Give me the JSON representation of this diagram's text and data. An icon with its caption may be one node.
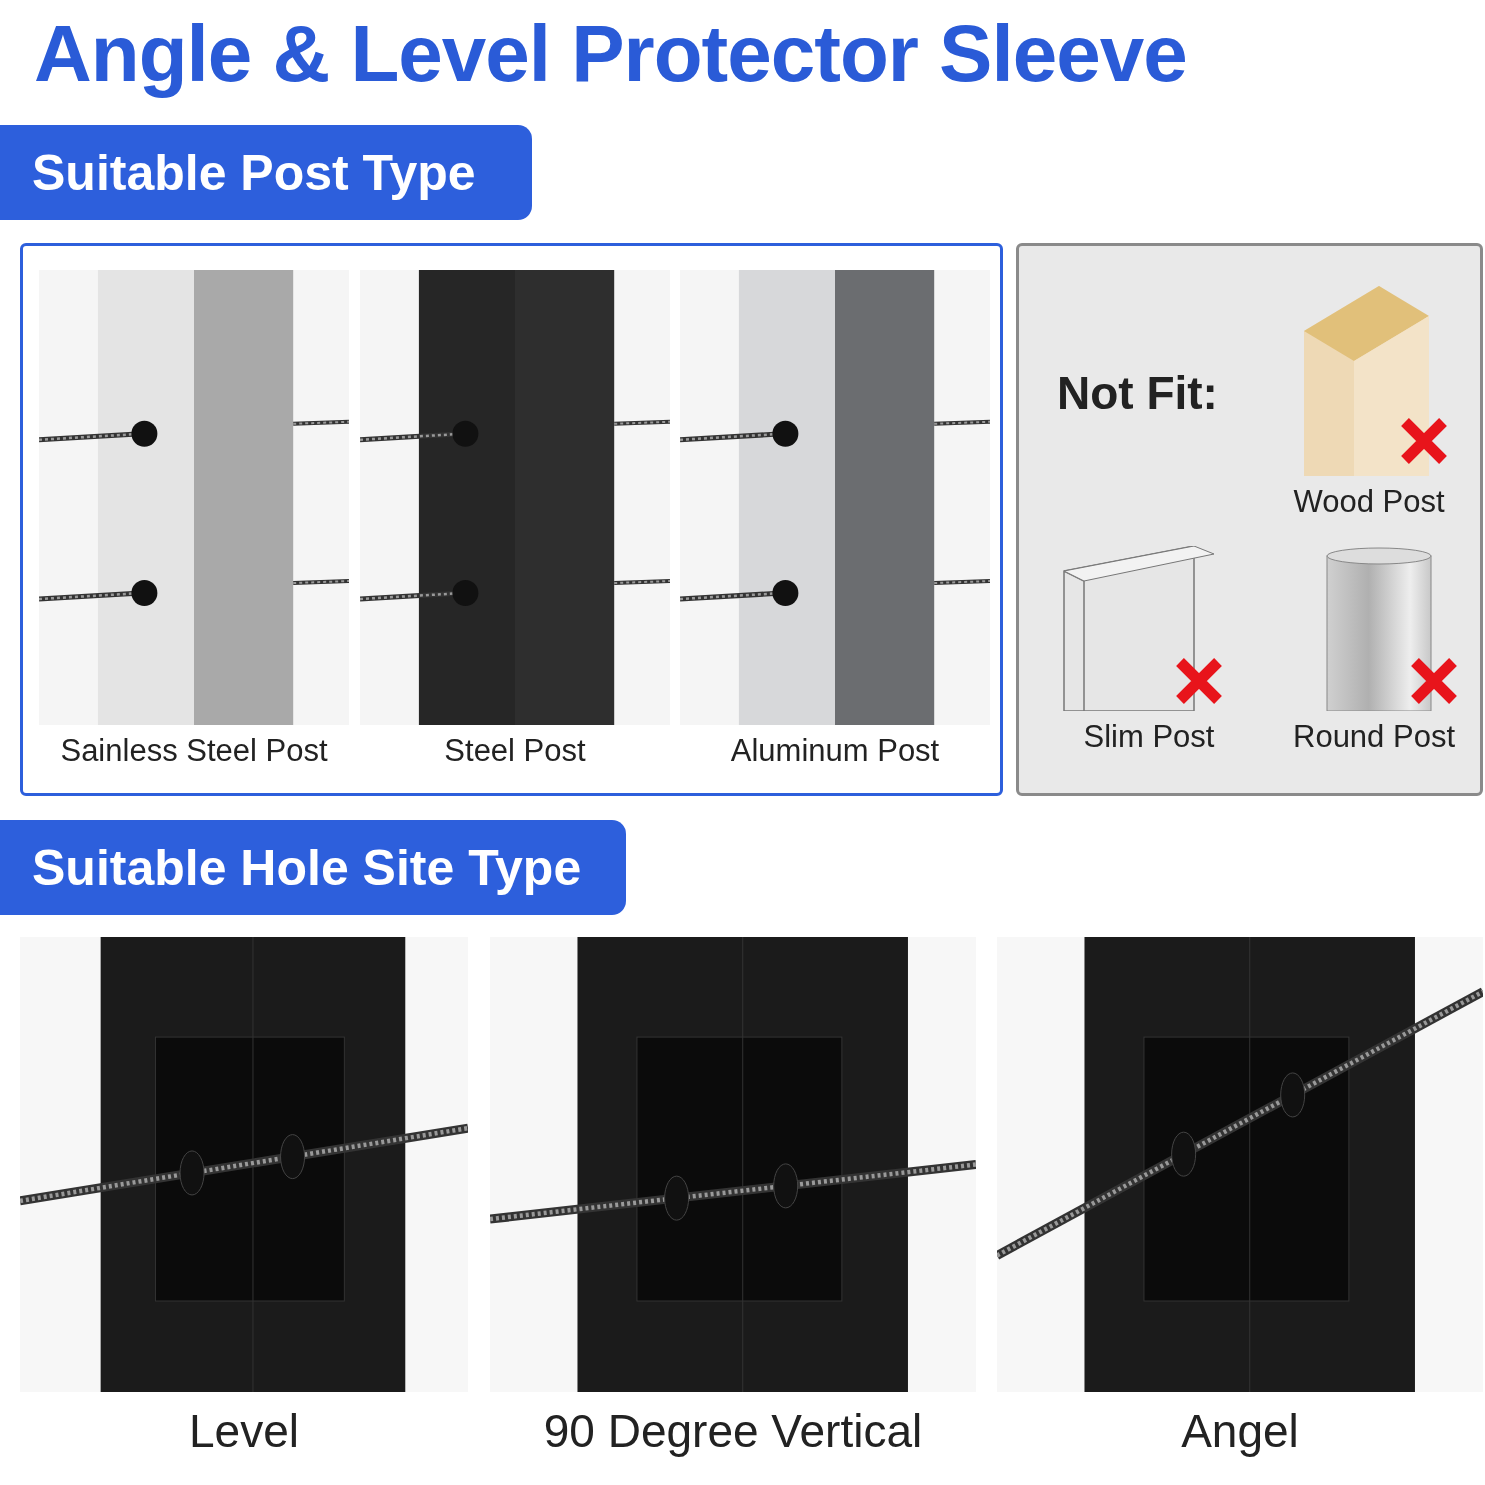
{
  "diagram": {
    "title": "Angle & Level Protector Sleeve",
    "nodes": [
      {
        "text": [
          "Suitable Post Type"
        ]
      },
      {
        "text": [],
        "shape": "box"
      },
      {
        "text": [
          "Sainless Steel Post"
        ],
        "in": 1
      },
      {
        "text": [
          "Steel Post"
        ],
        "in": 1
      },
      {
        "text": [
          "Aluminum Post"
        ],
        "in": 1
      },
      {
        "text": [
          "Not Fit:"
        ]
      },
      {
        "text": [
          "Wood Post"
        ],
        "in": 5
      },
      {
        "text": [
          "Slim Post"
        ],
        "in": 5
      },
      {
        "text": [
          "Round Post"
        ],
        "in": 5
      },
      {
        "text": [
          "Suitable Hole Site Type"
        ]
      },
      {
        "text": [
          "Level"
        ]
      },
      {
        "text": [
          "90 Degree Vertical"
        ]
      },
      {
        "text": [
          "Angel"
        ]
      }
    ]
  }
}
